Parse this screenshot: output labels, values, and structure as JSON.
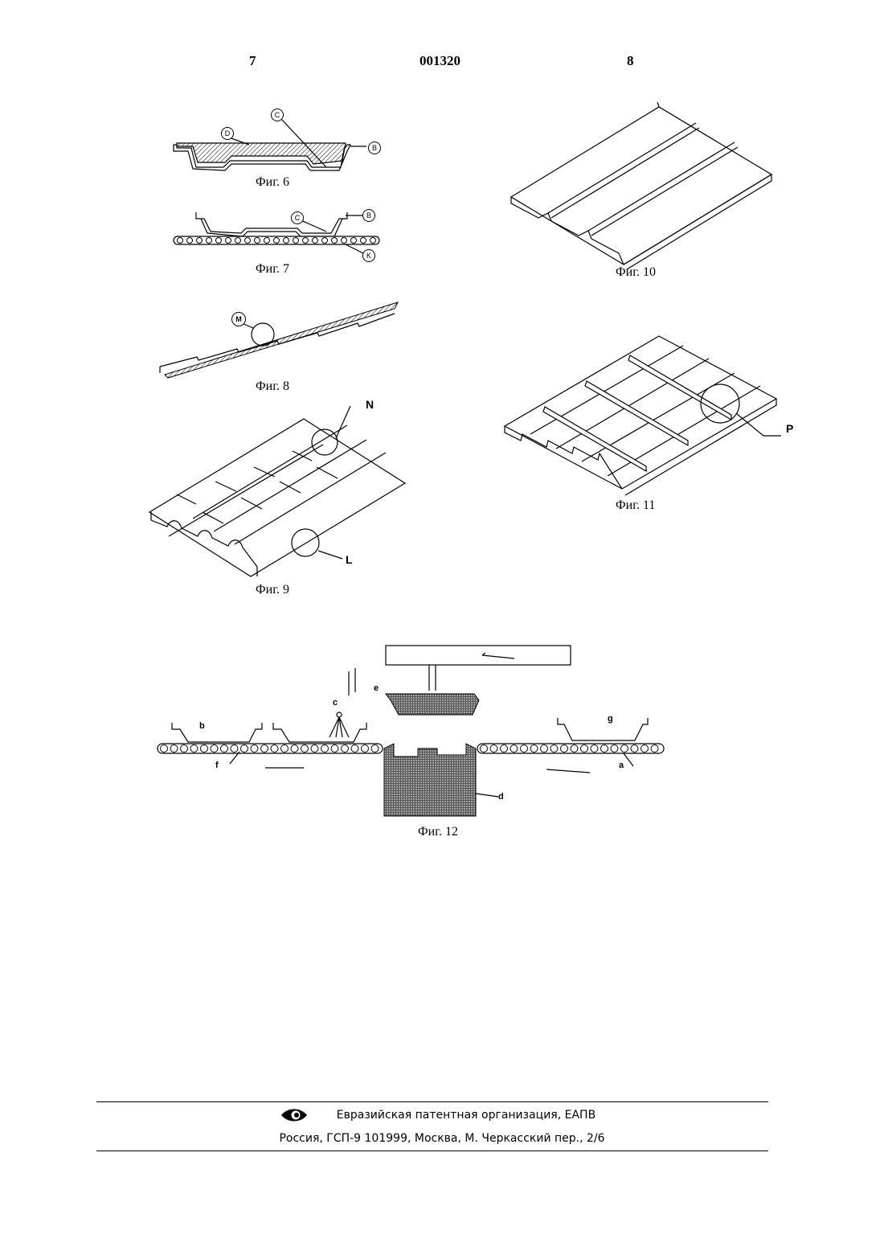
{
  "header": {
    "page_left": "7",
    "doc_number": "001320",
    "page_right": "8"
  },
  "figures": {
    "fig6": {
      "caption": "Фиг. 6",
      "labels": [
        "D",
        "C",
        "B"
      ]
    },
    "fig7": {
      "caption": "Фиг. 7",
      "labels": [
        "C",
        "B",
        "K"
      ]
    },
    "fig8": {
      "caption": "Фиг. 8",
      "labels": [
        "M"
      ]
    },
    "fig9": {
      "caption": "Фиг. 9",
      "labels": [
        "N",
        "L"
      ]
    },
    "fig10": {
      "caption": "Фиг. 10"
    },
    "fig11": {
      "caption": "Фиг. 11",
      "labels": [
        "P"
      ]
    },
    "fig12": {
      "caption": "Фиг. 12",
      "labels": [
        "e",
        "c",
        "b",
        "f",
        "g",
        "a",
        "d"
      ]
    }
  },
  "footer": {
    "org": "Евразийская патентная организация, ЕАПВ",
    "address": "Россия, ГСП-9 101999, Москва, М. Черкасский пер., 2/6",
    "logo_icon": "eapo-logo-icon"
  }
}
